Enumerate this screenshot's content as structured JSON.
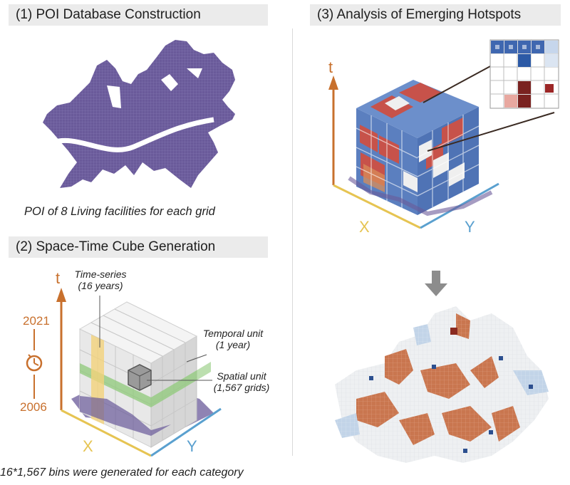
{
  "panel1": {
    "title": "(1) POI Database Construction",
    "caption": "POI of 8 Living facilities for each grid",
    "map_color": "#6a5a9a"
  },
  "panel2": {
    "title": "(2) Space-Time Cube Generation",
    "axis_t": "t",
    "axis_x": "X",
    "axis_y": "Y",
    "year_top": "2021",
    "year_bottom": "2006",
    "timeseries_label": "Time-series",
    "timeseries_sub": "(16 years)",
    "temporal_label": "Temporal unit",
    "temporal_sub": "(1 year)",
    "spatial_label": "Spatial unit",
    "spatial_sub": "(1,567 grids)",
    "caption": "16*1,567 bins were generated for each category"
  },
  "panel3": {
    "title": "(3) Analysis of Emerging Hotspots",
    "axis_t": "t",
    "axis_x": "X",
    "axis_y": "Y"
  },
  "colors": {
    "t_axis": "#c8702d",
    "x_axis": "#e6c452",
    "y_axis": "#5aa0cf",
    "hot": "#b84a3c",
    "cold": "#3c69ad",
    "arrow": "#8c8c8c"
  },
  "icons": [
    "clock-icon",
    "down-arrow-icon"
  ]
}
